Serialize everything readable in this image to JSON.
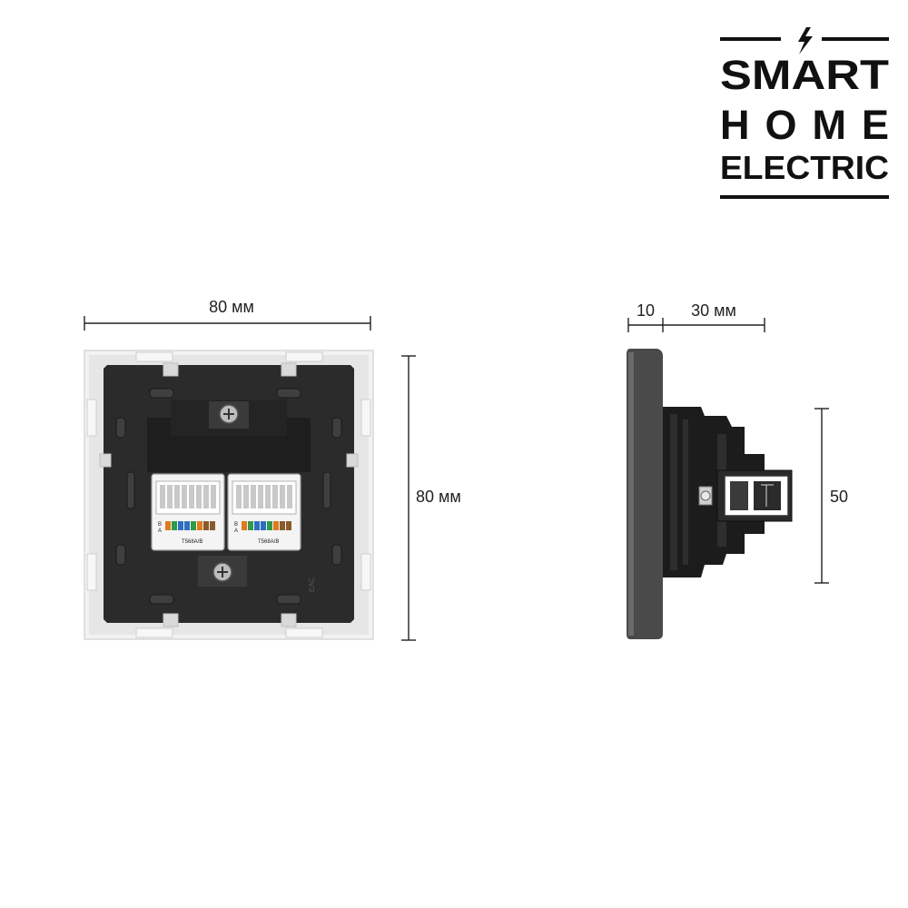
{
  "brand": {
    "line1": "SMART",
    "line2": "HOME",
    "line3": "ELECTRIC"
  },
  "front_view": {
    "width_label": "80 мм",
    "height_label": "80 мм",
    "jack_left_label": "T568A/B",
    "jack_right_label": "T568A/B",
    "pin_b": "B",
    "pin_a": "A",
    "side_mark": "EAC"
  },
  "side_view": {
    "plate_depth_label": "10",
    "body_depth_label": "30 мм",
    "body_height_label": "50"
  },
  "colors": {
    "mechanism": "#2b2b2b",
    "frame": "#e6e6e6",
    "plate_side": "#4a4a4a",
    "accent_blue": "#2f6fc0",
    "accent_green": "#2f9a4a",
    "accent_orange": "#e07a1e"
  }
}
